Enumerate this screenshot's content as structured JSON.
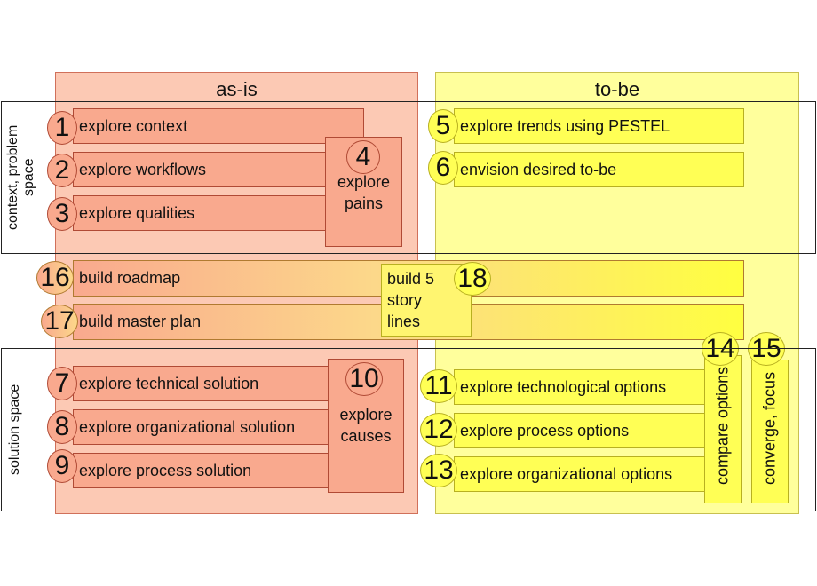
{
  "columns": {
    "as_is": "as-is",
    "to_be": "to-be"
  },
  "bands": {
    "problem": "context, problem space",
    "solution": "solution space"
  },
  "steps": {
    "s1": {
      "num": "1",
      "label": "explore context"
    },
    "s2": {
      "num": "2",
      "label": "explore workflows"
    },
    "s3": {
      "num": "3",
      "label": "explore qualities"
    },
    "s4": {
      "num": "4",
      "line1": "explore",
      "line2": "pains"
    },
    "s5": {
      "num": "5",
      "label": "explore trends using PESTEL"
    },
    "s6": {
      "num": "6",
      "label": "envision desired to-be"
    },
    "s7": {
      "num": "7",
      "label": "explore technical solution"
    },
    "s8": {
      "num": "8",
      "label": "explore organizational solution"
    },
    "s9": {
      "num": "9",
      "label": "explore process solution"
    },
    "s10": {
      "num": "10",
      "line1": "explore",
      "line2": "causes"
    },
    "s11": {
      "num": "11",
      "label": "explore technological options"
    },
    "s12": {
      "num": "12",
      "label": "explore process options"
    },
    "s13": {
      "num": "13",
      "label": "explore organizational options"
    },
    "s14": {
      "num": "14",
      "label": "compare options"
    },
    "s15": {
      "num": "15",
      "label": "converge, focus"
    },
    "s16": {
      "num": "16",
      "label": "build roadmap"
    },
    "s17": {
      "num": "17",
      "label": "build master plan"
    },
    "s18": {
      "num": "18",
      "line1": "build 5",
      "line2": "story",
      "line3": "lines"
    }
  }
}
